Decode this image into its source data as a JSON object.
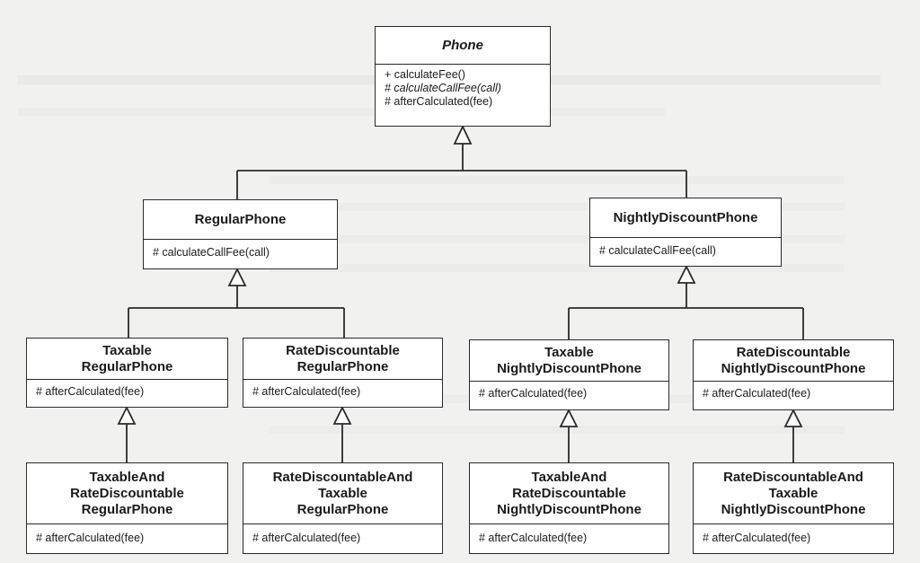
{
  "classes": {
    "phone": {
      "name": "Phone",
      "ops": [
        "+ calculateFee()",
        "# calculateCallFee(call)",
        "# afterCalculated(fee)"
      ]
    },
    "regular": {
      "name": [
        "RegularPhone"
      ],
      "ops": [
        "# calculateCallFee(call)"
      ]
    },
    "nightly": {
      "name": [
        "NightlyDiscountPhone"
      ],
      "ops": [
        "# calculateCallFee(call)"
      ]
    },
    "taxable_regular": {
      "name": [
        "Taxable",
        "RegularPhone"
      ],
      "ops": [
        "# afterCalculated(fee)"
      ]
    },
    "rate_regular": {
      "name": [
        "RateDiscountable",
        "RegularPhone"
      ],
      "ops": [
        "# afterCalculated(fee)"
      ]
    },
    "taxable_nightly": {
      "name": [
        "Taxable",
        "NightlyDiscountPhone"
      ],
      "ops": [
        "# afterCalculated(fee)"
      ]
    },
    "rate_nightly": {
      "name": [
        "RateDiscountable",
        "NightlyDiscountPhone"
      ],
      "ops": [
        "# afterCalculated(fee)"
      ]
    },
    "taxable_rate_regular": {
      "name": [
        "TaxableAnd",
        "RateDiscountable",
        "RegularPhone"
      ],
      "ops": [
        "# afterCalculated(fee)"
      ]
    },
    "rate_taxable_regular": {
      "name": [
        "RateDiscountableAnd",
        "Taxable",
        "RegularPhone"
      ],
      "ops": [
        "# afterCalculated(fee)"
      ]
    },
    "taxable_rate_nightly": {
      "name": [
        "TaxableAnd",
        "RateDiscountable",
        "NightlyDiscountPhone"
      ],
      "ops": [
        "# afterCalculated(fee)"
      ]
    },
    "rate_taxable_nightly": {
      "name": [
        "RateDiscountableAnd",
        "Taxable",
        "NightlyDiscountPhone"
      ],
      "ops": [
        "# afterCalculated(fee)"
      ]
    }
  }
}
